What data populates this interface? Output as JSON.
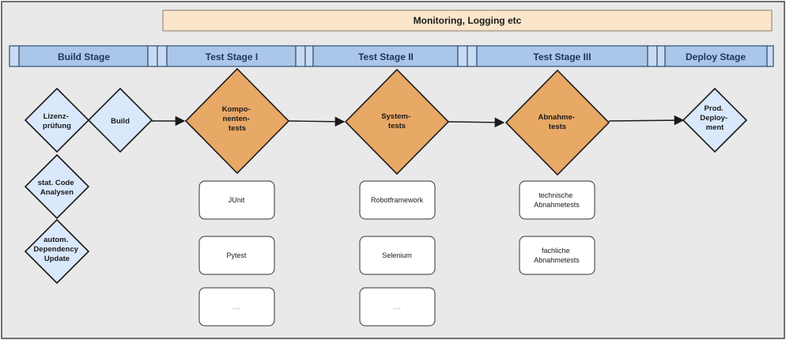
{
  "banner": {
    "label": "Monitoring, Logging etc"
  },
  "stages": [
    {
      "label": "Build Stage"
    },
    {
      "label": "Test Stage I"
    },
    {
      "label": "Test Stage II"
    },
    {
      "label": "Test Stage III"
    },
    {
      "label": "Deploy Stage"
    }
  ],
  "build_nodes": {
    "license": [
      "Lizenz-",
      "prüfung"
    ],
    "build": [
      "Build"
    ],
    "code_analysis": [
      "stat. Code",
      "Analysen"
    ],
    "dependency_update": [
      "autom.",
      "Dependency",
      "Update"
    ]
  },
  "test_nodes": {
    "component": [
      "Kompo-",
      "nenten-",
      "tests"
    ],
    "system": [
      "System-",
      "tests"
    ],
    "acceptance": [
      "Abnahme-",
      "tests"
    ]
  },
  "deploy_node": [
    "Prod.",
    "Deploy-",
    "ment"
  ],
  "tools": {
    "component": [
      "JUnit",
      "Pytest",
      "...."
    ],
    "system": [
      "Robotframework",
      "Selenium",
      "...."
    ],
    "acceptance": [
      [
        "technische",
        "Abnahmetests"
      ],
      [
        "fachliche",
        "Abnahmetests"
      ]
    ]
  },
  "colors": {
    "stage_bar": "#aac6e8",
    "banner": "#fbe6cc",
    "build_diamond": "#dae8fc",
    "test_diamond": "#e8a866"
  }
}
